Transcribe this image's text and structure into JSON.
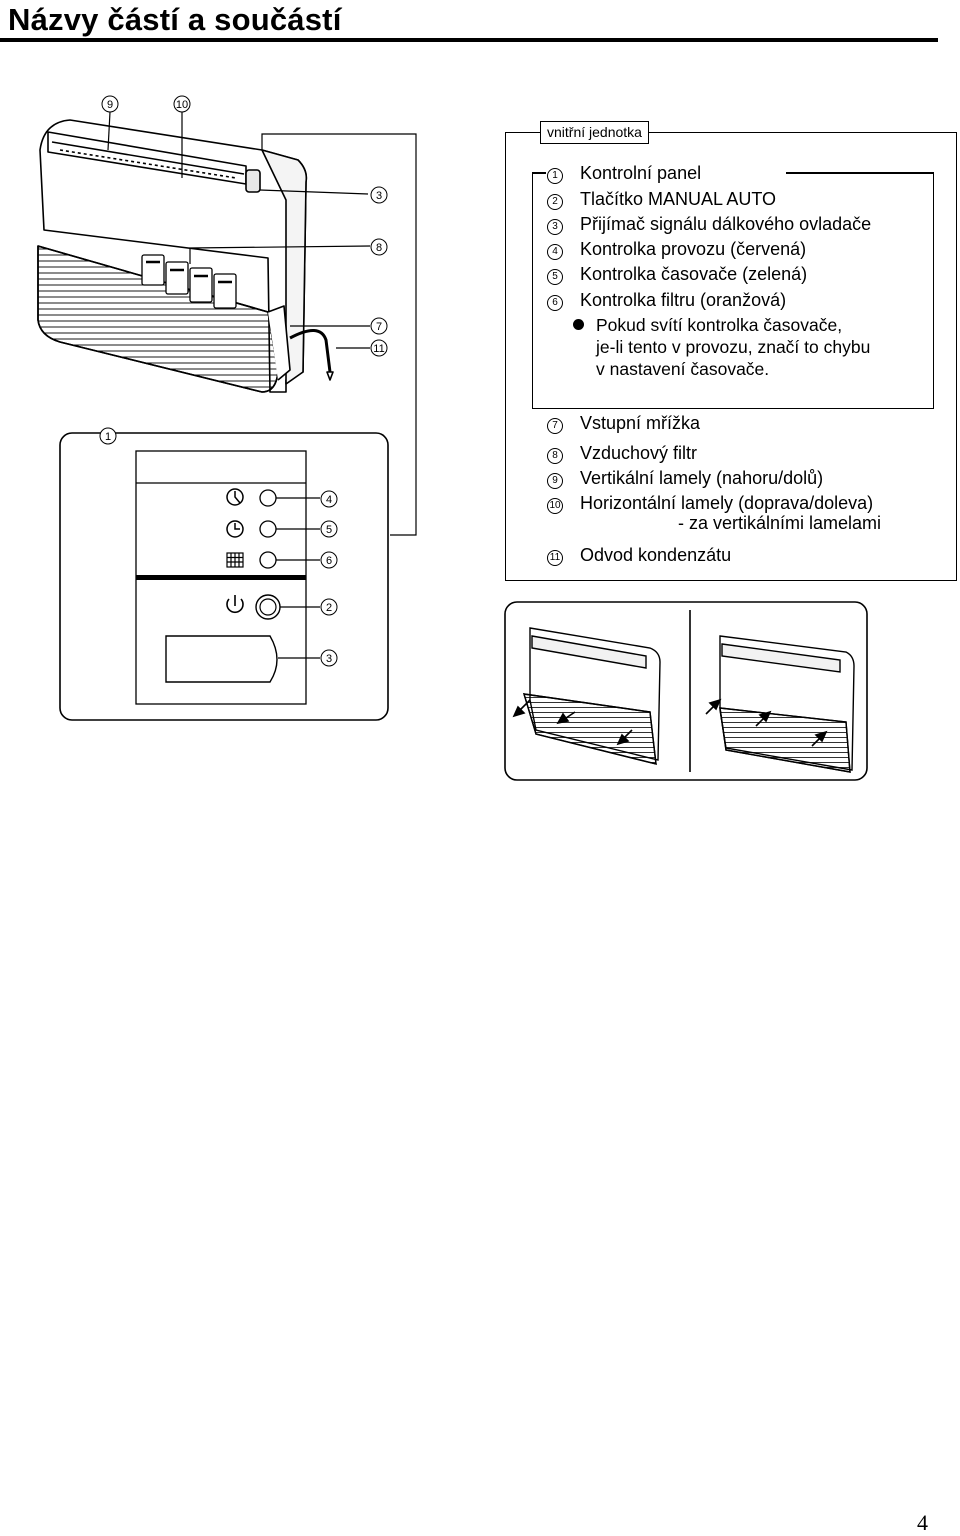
{
  "page": {
    "title": "Názvy částí a součástí",
    "page_number": "4"
  },
  "legend": {
    "tag": "vnitřní jednotka",
    "items": [
      {
        "num": "1",
        "label": "Kontrolní panel"
      },
      {
        "num": "2",
        "label": "Tlačítko MANUAL AUTO"
      },
      {
        "num": "3",
        "label": "Přijímač signálu dálkového ovladače"
      },
      {
        "num": "4",
        "label": "Kontrolka provozu (červená)"
      },
      {
        "num": "5",
        "label": "Kontrolka časovače (zelená)"
      },
      {
        "num": "6",
        "label": "Kontrolka filtru (oranžová)"
      },
      {
        "num": "7",
        "label": "Vstupní mřížka"
      },
      {
        "num": "8",
        "label": "Vzduchový filtr"
      },
      {
        "num": "9",
        "label": "Vertikální lamely (nahoru/dolů)"
      },
      {
        "num": "10",
        "label": "Horizontální lamely (doprava/doleva)"
      },
      {
        "num": "11",
        "label": "Odvod kondenzátu"
      }
    ],
    "note": "Pokud svítí kontrolka časovače,\nje-li tento v provozu, značí to chybu\nv nastavení časovače.",
    "item10_sub": "- za vertikálními lamelami"
  },
  "callouts": {
    "unit": [
      "9",
      "10",
      "3",
      "8",
      "7",
      "11"
    ],
    "panel": [
      "1",
      "4",
      "5",
      "6",
      "2",
      "3"
    ]
  },
  "colors": {
    "line": "#000000",
    "background": "#ffffff",
    "shade": "#dddddd"
  },
  "icons": [
    "operation-lamp-icon",
    "timer-lamp-icon",
    "filter-lamp-icon",
    "power-icon",
    "airflow-arrow-icon"
  ]
}
